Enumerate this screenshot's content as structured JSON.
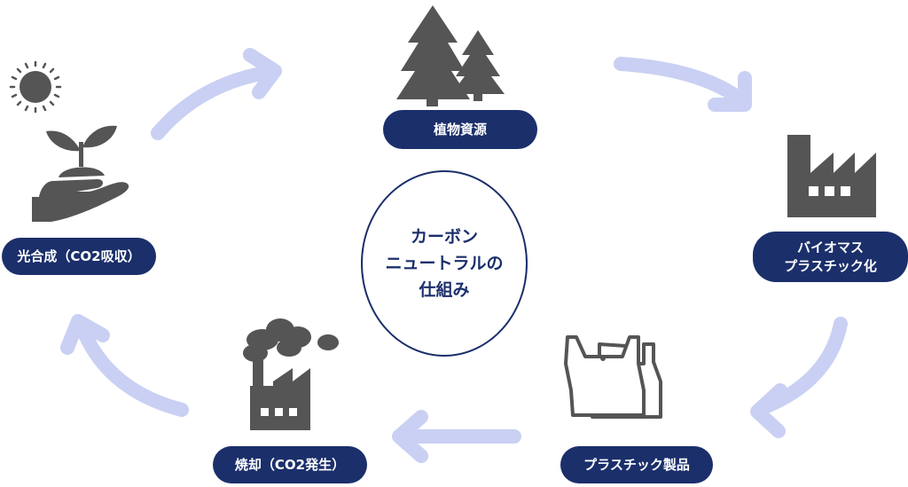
{
  "colors": {
    "navy": "#1b2f6b",
    "arrow": "#c9d0f3",
    "icon": "#555555"
  },
  "center": {
    "line1": "カーボン",
    "line2": "ニュートラルの",
    "line3": "仕組み"
  },
  "stages": {
    "plant_resource": "植物資源",
    "biomass_line1": "バイオマス",
    "biomass_line2": "プラスチック化",
    "plastic_products": "プラスチック製品",
    "incineration": "焼却（CO2発生）",
    "photosynthesis": "光合成（CO2吸収）"
  },
  "icons": {
    "top": "trees-icon",
    "right": "factory-icon",
    "bottom_right": "plastic-bags-icon",
    "bottom_left": "smoking-factory-icon",
    "left": [
      "sun-icon",
      "sprout-in-hand-icon"
    ]
  }
}
